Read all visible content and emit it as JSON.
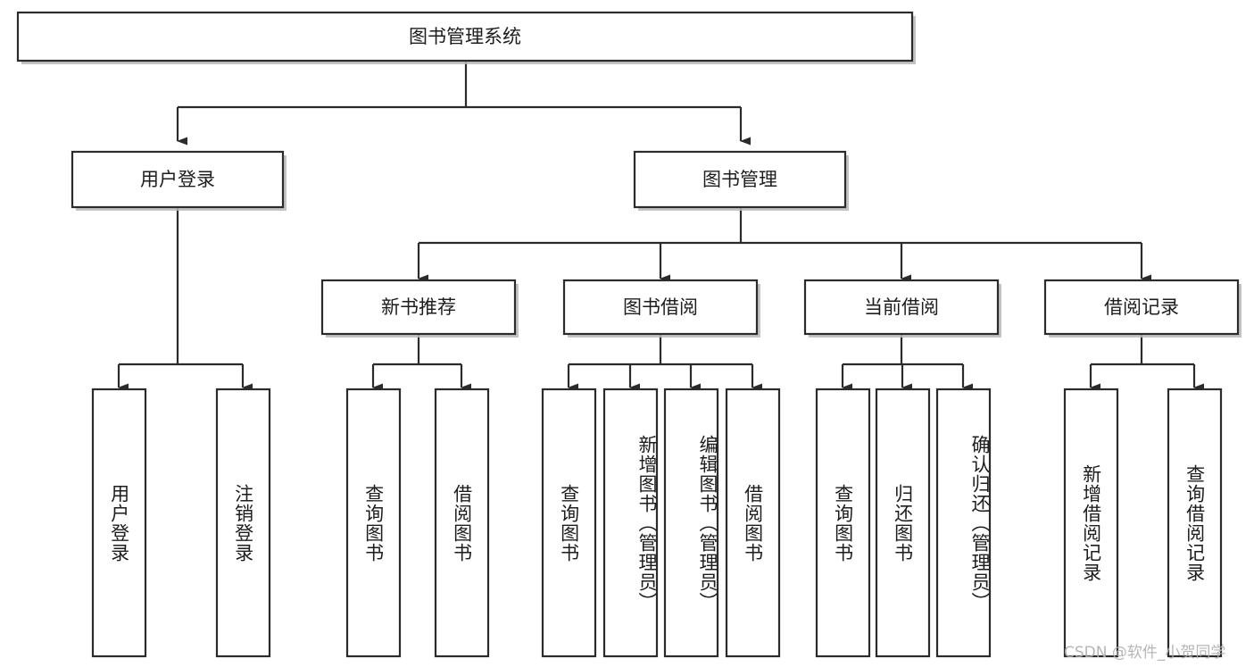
{
  "diagram": {
    "title": "图书管理系统",
    "type": "tree-hierarchy",
    "orientation": "top-down",
    "theme": {
      "box_fill": "#ffffff",
      "box_stroke": "#2b2b2b",
      "connector": "#2b2b2b",
      "text": "#1d1d1d",
      "background": "#ffffff",
      "shadow": "#b9b9b9"
    }
  },
  "nodes": {
    "root": {
      "label": "图书管理系统",
      "level": 1,
      "text_direction": "horizontal"
    },
    "level2": [
      {
        "id": "user-login",
        "label": "用户登录",
        "text_direction": "horizontal"
      },
      {
        "id": "book-manage",
        "label": "图书管理",
        "text_direction": "horizontal"
      }
    ],
    "level3": [
      {
        "id": "new-book-rec",
        "label": "新书推荐",
        "parent": "book-manage",
        "text_direction": "horizontal"
      },
      {
        "id": "book-borrow",
        "label": "图书借阅",
        "parent": "book-manage",
        "text_direction": "horizontal"
      },
      {
        "id": "current-borrow",
        "label": "当前借阅",
        "parent": "book-manage",
        "text_direction": "horizontal"
      },
      {
        "id": "borrow-record",
        "label": "借阅记录",
        "parent": "book-manage",
        "text_direction": "horizontal"
      }
    ],
    "leaves": [
      {
        "id": "leaf-user-login",
        "label": "用户登录",
        "parent": "user-login",
        "text_direction": "vertical"
      },
      {
        "id": "leaf-logout",
        "label": "注销登录",
        "parent": "user-login",
        "text_direction": "vertical"
      },
      {
        "id": "leaf-query-book-1",
        "label": "查询图书",
        "parent": "new-book-rec",
        "text_direction": "vertical"
      },
      {
        "id": "leaf-borrow-book-1",
        "label": "借阅图书",
        "parent": "new-book-rec",
        "text_direction": "vertical"
      },
      {
        "id": "leaf-query-book-2",
        "label": "查询图书",
        "parent": "book-borrow",
        "text_direction": "vertical"
      },
      {
        "id": "leaf-add-book",
        "label": "新增图书（管理员）",
        "parent": "book-borrow",
        "text_direction": "vertical"
      },
      {
        "id": "leaf-edit-book",
        "label": "编辑图书（管理员）",
        "parent": "book-borrow",
        "text_direction": "vertical"
      },
      {
        "id": "leaf-borrow-book-2",
        "label": "借阅图书",
        "parent": "book-borrow",
        "text_direction": "vertical"
      },
      {
        "id": "leaf-query-book-3",
        "label": "查询图书",
        "parent": "current-borrow",
        "text_direction": "vertical"
      },
      {
        "id": "leaf-return-book",
        "label": "归还图书",
        "parent": "current-borrow",
        "text_direction": "vertical"
      },
      {
        "id": "leaf-confirm-return",
        "label": "确认归还（管理员）",
        "parent": "current-borrow",
        "text_direction": "vertical"
      },
      {
        "id": "leaf-add-record",
        "label": "新增借阅记录",
        "parent": "borrow-record",
        "text_direction": "vertical"
      },
      {
        "id": "leaf-query-record",
        "label": "查询借阅记录",
        "parent": "borrow-record",
        "text_direction": "vertical"
      }
    ]
  },
  "watermark": {
    "text": "CSDN @软件_小贺同学"
  }
}
